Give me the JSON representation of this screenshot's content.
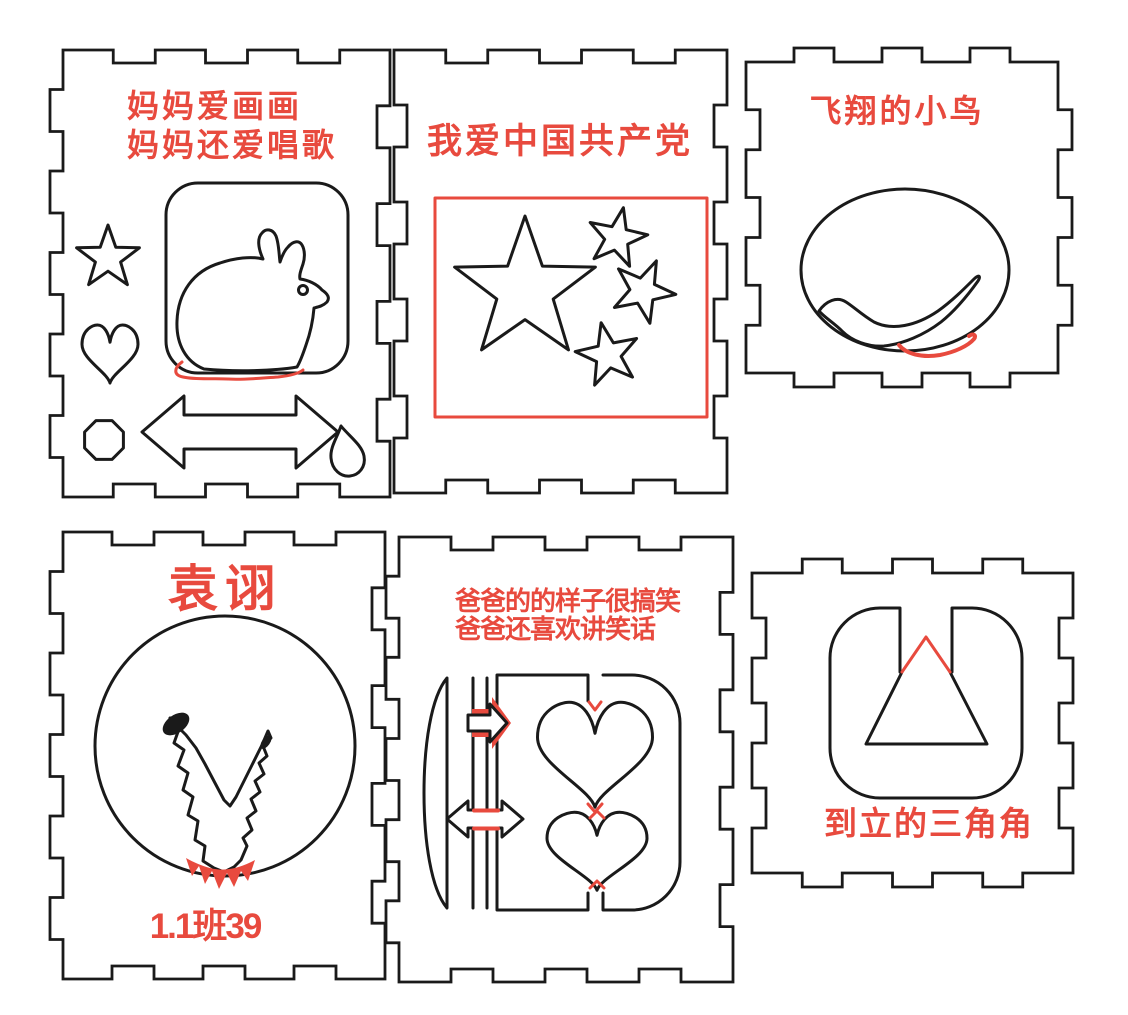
{
  "app": {
    "description": "laser-cut panel layout with engraved red text and cut outlines"
  },
  "colors": {
    "engrave_red": "#e84a3e",
    "cut_black": "#1a1a1a",
    "background": "#ffffff"
  },
  "panels": [
    {
      "name": "mom-panel",
      "title_lines": [
        "妈妈爱画画",
        "妈妈还爱唱歌"
      ],
      "icons": [
        "star-icon",
        "heart-icon",
        "octagon-icon",
        "double-arrow-icon",
        "droplet-icon",
        "rounded-square-frame",
        "rabbit-outline",
        "red-ground-squiggle"
      ]
    },
    {
      "name": "party-panel",
      "title": "我爱中国共产党",
      "icons": [
        "red-flag-frame",
        "big-star-icon",
        "small-star-icon",
        "small-star-icon",
        "small-star-icon"
      ]
    },
    {
      "name": "bird-panel",
      "title": "飞翔的小鸟",
      "icons": [
        "circle-frame",
        "flying-bird-outline",
        "red-belly-stroke"
      ]
    },
    {
      "name": "eagle-panel",
      "title": "袁诩",
      "caption": "1.1班39",
      "icons": [
        "circle-frame",
        "eagle-silhouette",
        "red-fringe"
      ]
    },
    {
      "name": "dad-panel",
      "title_lines": [
        "爸爸的的样子很搞笑",
        "爸爸还喜欢讲笑话"
      ],
      "icons": [
        "lens-slider",
        "slot-channel",
        "right-arrow-icon",
        "double-arrow-icon",
        "heart-icon-large",
        "heart-icon-small",
        "slotted-frame",
        "red-joint-ticks"
      ]
    },
    {
      "name": "triangle-panel",
      "caption": "到立的三角角",
      "icons": [
        "notched-square-frame",
        "triangle-outline",
        "red-apex"
      ]
    }
  ]
}
